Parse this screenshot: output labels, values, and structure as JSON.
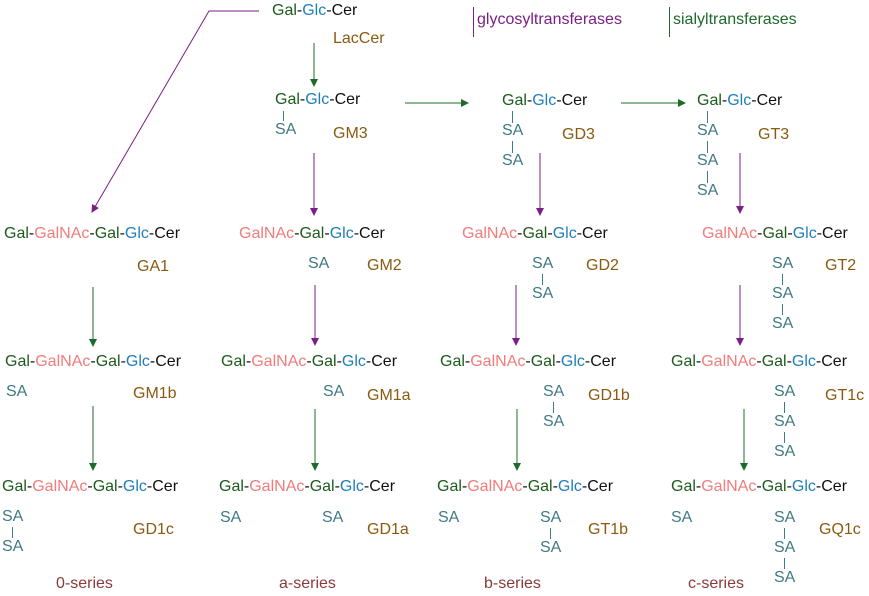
{
  "colors": {
    "gal": "#1c5b1c",
    "glc": "#1e7fb8",
    "galnac": "#f07c7c",
    "cer": "#111111",
    "sa": "#3f7a84",
    "name": "#8a5a10",
    "series": "#8a3a3a",
    "glycosyltransferase": "#7a1f86",
    "sialyltransferase": "#1c6b2a"
  },
  "legend": {
    "glycosyltransferases": "glycosyltransferases",
    "sialyltransferases": "sialyltransferases"
  },
  "residues": {
    "gal": "Gal",
    "glc": "Glc",
    "galnac": "GalNAc",
    "cer": "Cer",
    "sa": "SA",
    "dash": "-"
  },
  "names": {
    "laccer": "LacCer",
    "gm3": "GM3",
    "gd3": "GD3",
    "gt3": "GT3",
    "ga1": "GA1",
    "gm2": "GM2",
    "gd2": "GD2",
    "gt2": "GT2",
    "gm1b": "GM1b",
    "gm1a": "GM1a",
    "gd1b": "GD1b",
    "gt1c": "GT1c",
    "gd1c": "GD1c",
    "gd1a": "GD1a",
    "gt1b": "GT1b",
    "gq1c": "GQ1c"
  },
  "series": {
    "zero": "0-series",
    "a": "a-series",
    "b": "b-series",
    "c": "c-series"
  }
}
